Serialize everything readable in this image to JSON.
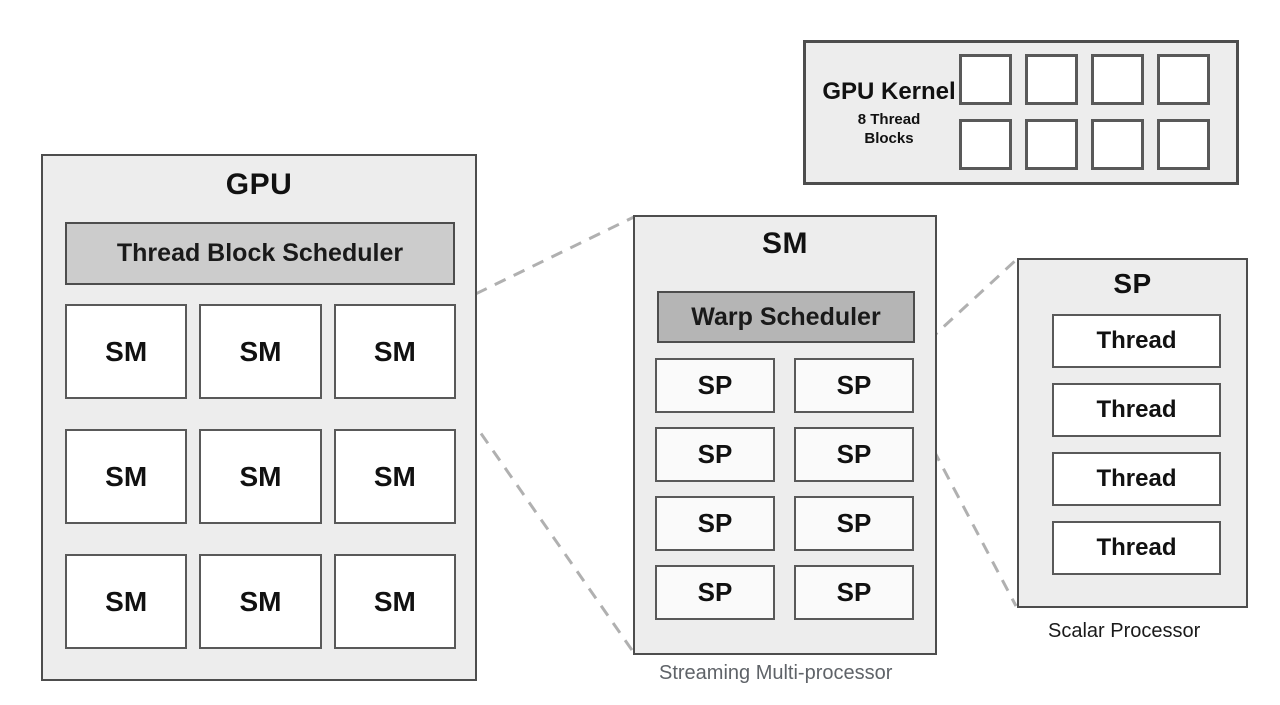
{
  "palette": {
    "container_fill": "#ededed",
    "container_border": "#4d4d4d",
    "unit_fill": "#ffffff",
    "sp_unit_fill": "#fafafa",
    "thread_block_scheduler_fill": "#cccccc",
    "warp_scheduler_fill": "#b5b5b5",
    "connector_color": "#b0b0b0",
    "caption_gray": "#5f6368"
  },
  "kernel": {
    "title": "GPU Kernel",
    "subtitle": "8 Thread Blocks",
    "block_count": 8
  },
  "gpu": {
    "title": "GPU",
    "scheduler_label": "Thread Block Scheduler",
    "units": [
      "SM",
      "SM",
      "SM",
      "SM",
      "SM",
      "SM",
      "SM",
      "SM",
      "SM"
    ]
  },
  "sm": {
    "title": "SM",
    "scheduler_label": "Warp Scheduler",
    "units": [
      "SP",
      "SP",
      "SP",
      "SP",
      "SP",
      "SP",
      "SP",
      "SP"
    ],
    "caption": "Streaming Multi-processor"
  },
  "sp": {
    "title": "SP",
    "units": [
      "Thread",
      "Thread",
      "Thread",
      "Thread"
    ],
    "caption": "Scalar Processor"
  }
}
